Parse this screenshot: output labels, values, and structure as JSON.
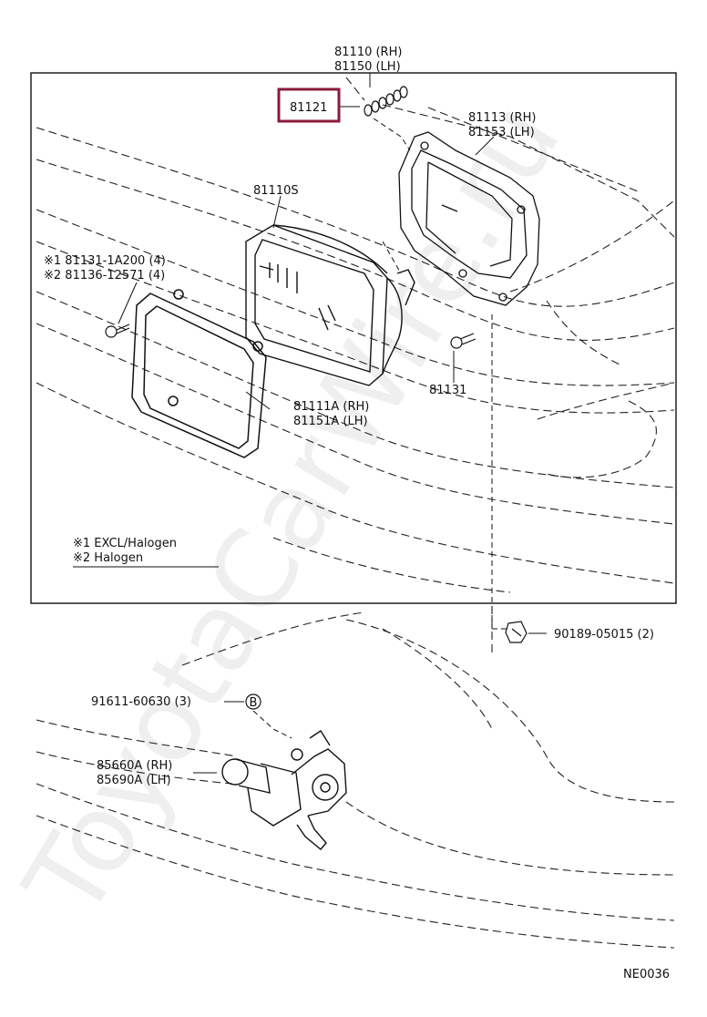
{
  "diagram": {
    "top_part": {
      "line1": "81110 (RH)",
      "line2": "81150 (LH)"
    },
    "highlighted_part": "81121",
    "part_81113": {
      "line1": "81113 (RH)",
      "line2": "81153 (LH)"
    },
    "part_81110S": "81110S",
    "screw_note": {
      "line1": "※1  81131-1A200 (4)",
      "line2": "※2  81136-12571 (4)"
    },
    "part_81111A": {
      "line1": "81111A (RH)",
      "line2": "81151A (LH)"
    },
    "part_81131": "81131",
    "legend": {
      "line1": "※1  EXCL/Halogen",
      "line2": "※2  Halogen"
    },
    "part_90189": "90189-05015 (2)",
    "part_91611": "91611-60630 (3)",
    "bolt_marker": "B",
    "part_85660A": {
      "line1": "85660A (RH)",
      "line2": "85690A (LH)"
    },
    "diagram_code": "NE0036",
    "watermark": "ToyotaCarWire.ru",
    "highlight_color": "#8b1a3a"
  }
}
